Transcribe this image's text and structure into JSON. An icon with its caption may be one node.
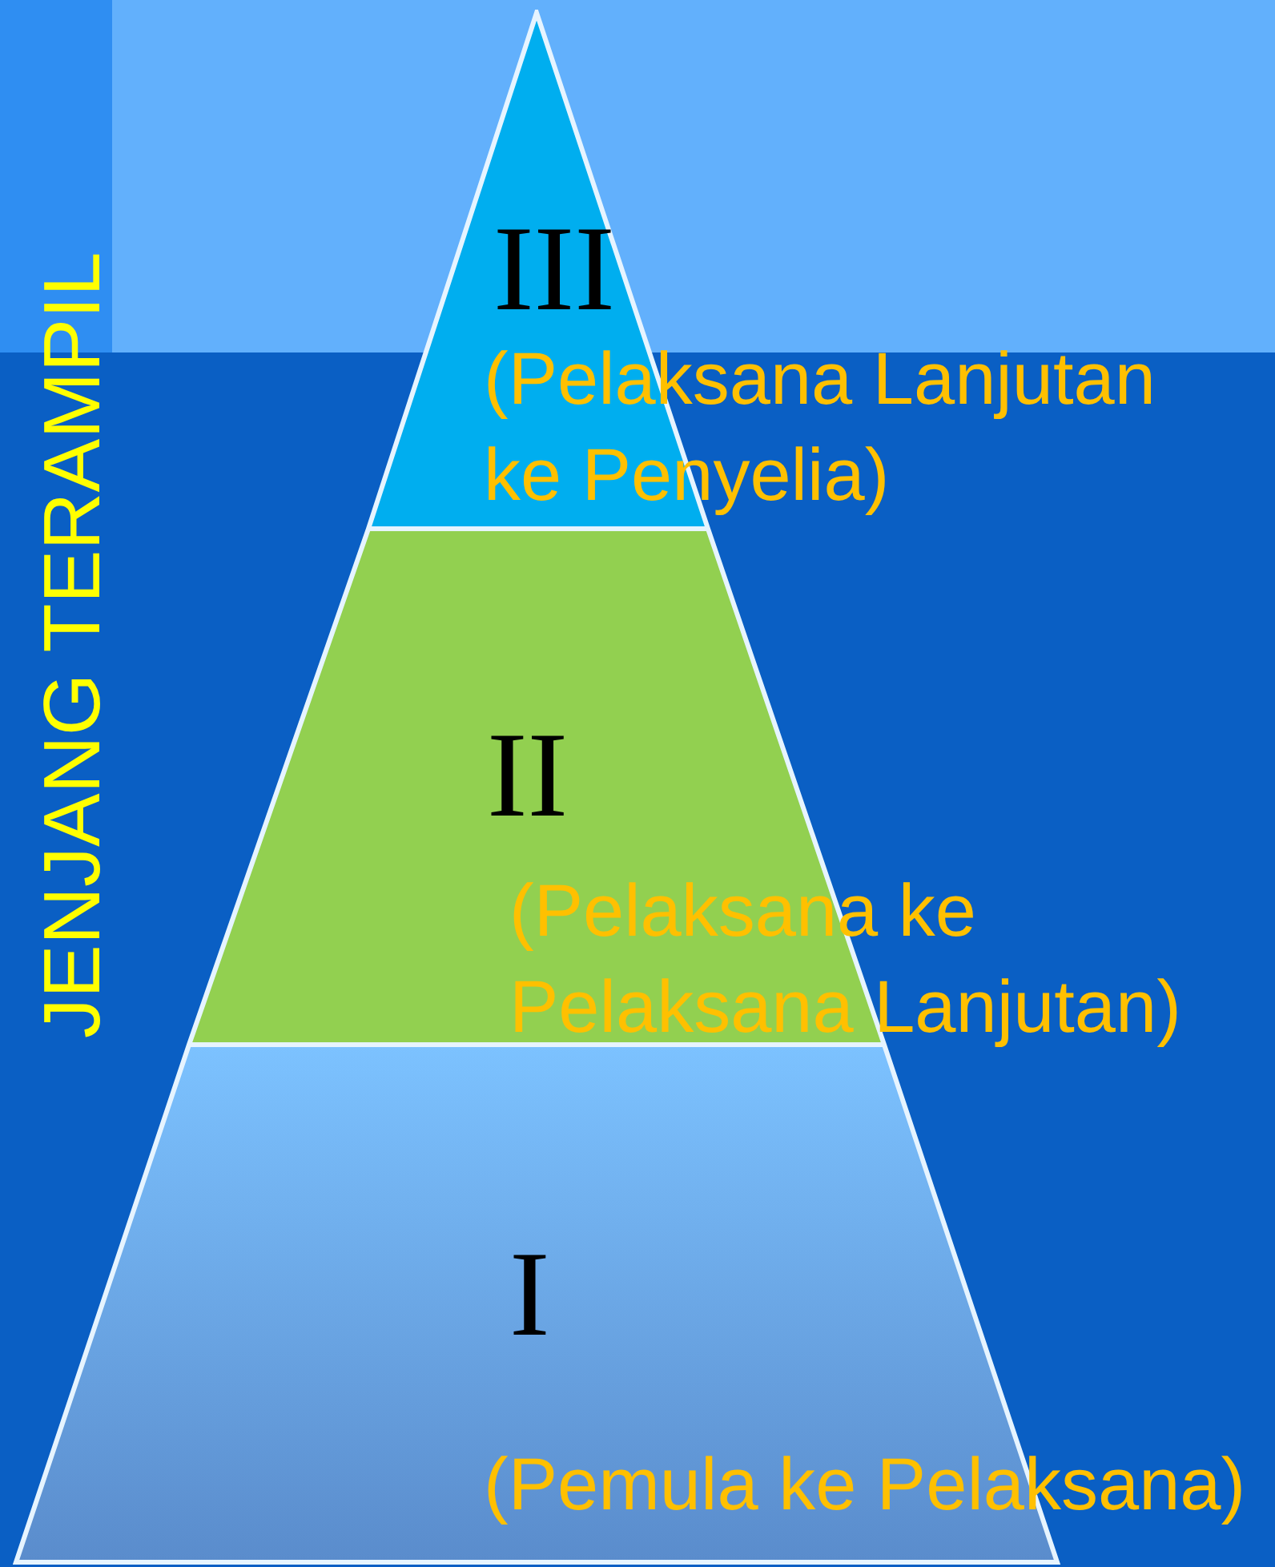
{
  "diagram": {
    "nodes": [
      {
        "text": [
          "III",
          "(Pelaksana Lanjutan ke Penyelia)"
        ]
      },
      {
        "text": [
          "II",
          "(Pelaksana ke Pelaksana Lanjutan)"
        ]
      },
      {
        "text": [
          "I",
          "(Pemula ke Pelaksana)"
        ]
      }
    ],
    "labels": [
      "JENJANG TERAMPIL"
    ]
  }
}
